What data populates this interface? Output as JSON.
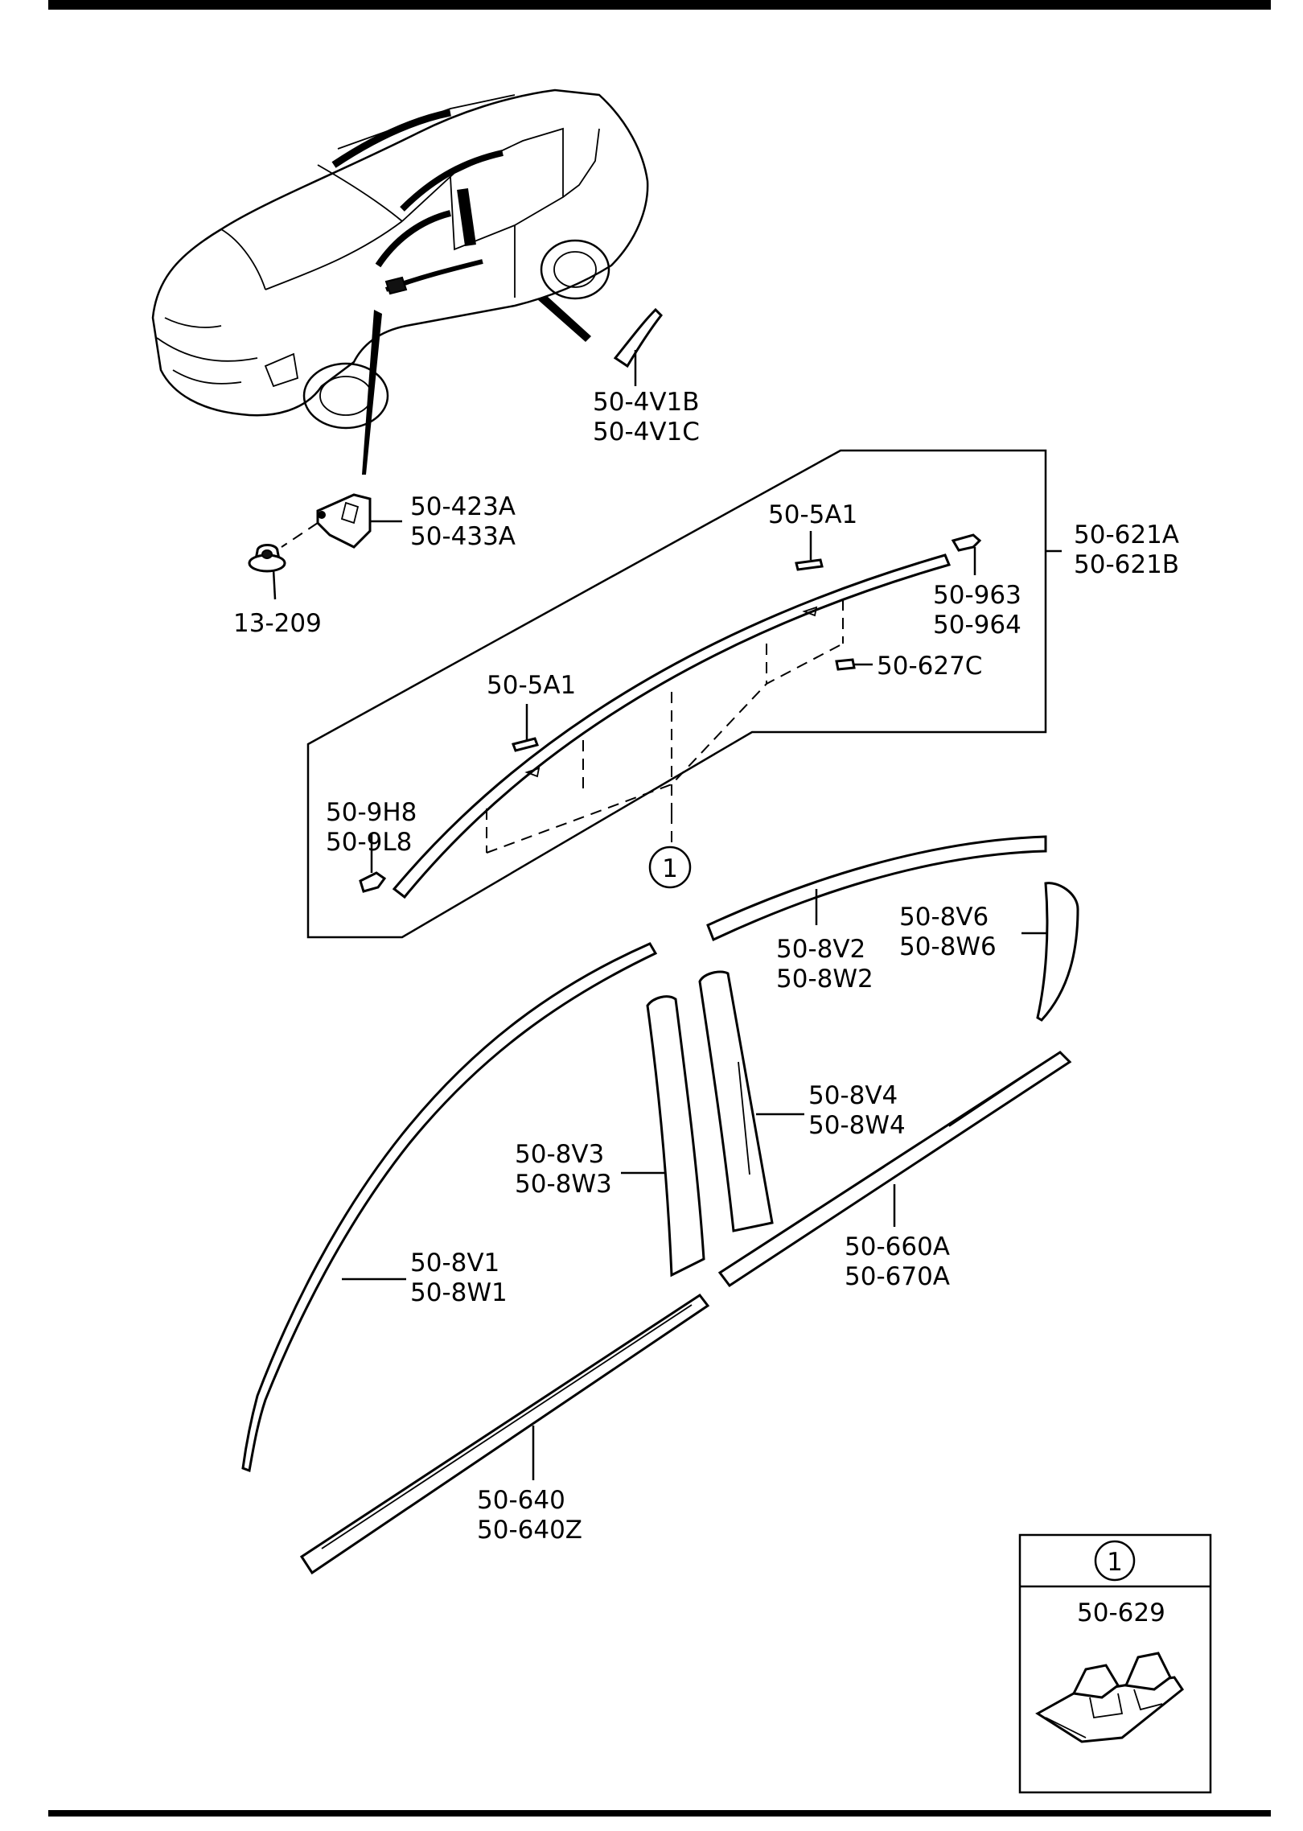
{
  "callouts": {
    "p_4v1b": "50-4V1B",
    "p_4v1c": "50-4V1C",
    "p_423a": "50-423A",
    "p_433a": "50-433A",
    "p_13209": "13-209",
    "p_621a": "50-621A",
    "p_621b": "50-621B",
    "p_5a1_top": "50-5A1",
    "p_963": "50-963",
    "p_964": "50-964",
    "p_627c": "50-627C",
    "p_5a1_mid": "50-5A1",
    "p_9h8": "50-9H8",
    "p_9l8": "50-9L8",
    "ref_marker": "1",
    "p_8v2": "50-8V2",
    "p_8w2": "50-8W2",
    "p_8v6": "50-8V6",
    "p_8w6": "50-8W6",
    "p_8v4": "50-8V4",
    "p_8w4": "50-8W4",
    "p_8v3": "50-8V3",
    "p_8w3": "50-8W3",
    "p_8v1": "50-8V1",
    "p_8w1": "50-8W1",
    "p_660a": "50-660A",
    "p_670a": "50-670A",
    "p_640": "50-640",
    "p_640z": "50-640Z"
  },
  "inset": {
    "marker": "1",
    "part": "50-629"
  }
}
